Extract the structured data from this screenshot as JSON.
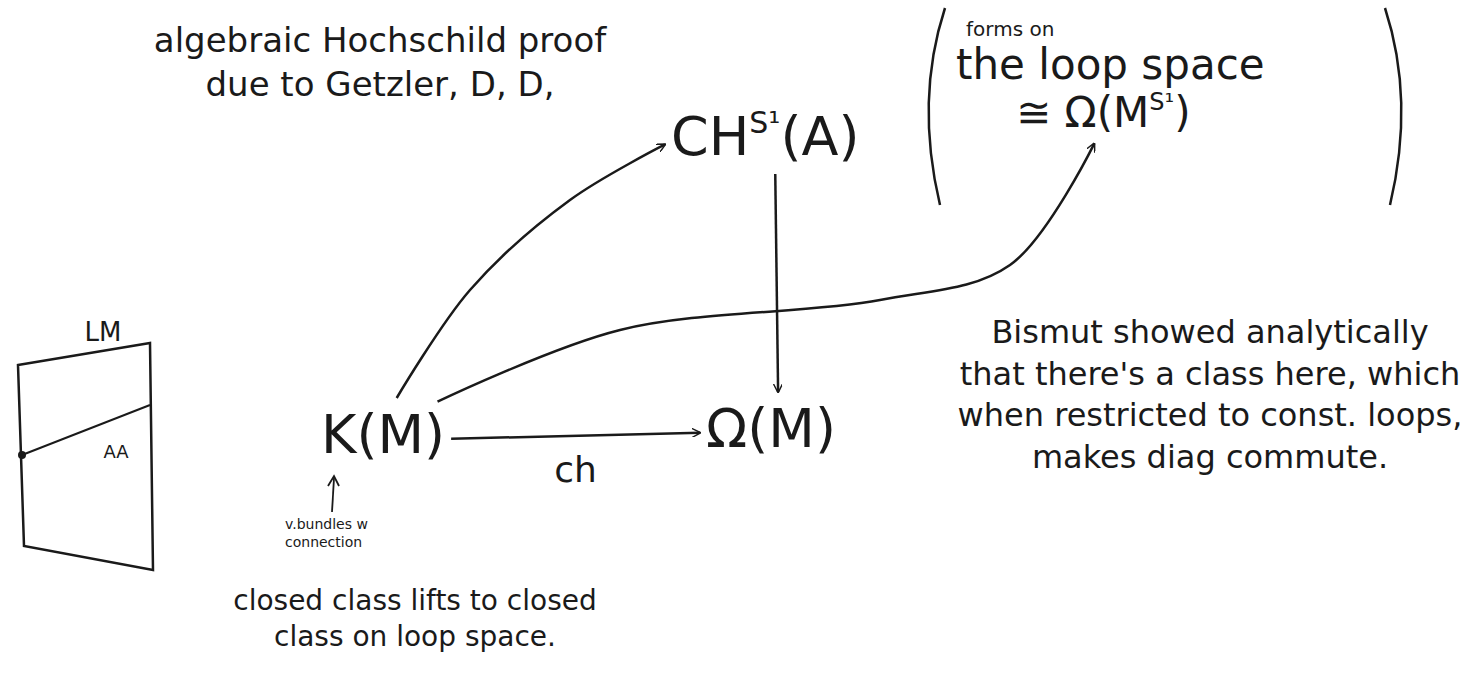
{
  "diagram": {
    "nodes": [
      {
        "text": [
          "CH",
          "S¹",
          "(A)"
        ]
      },
      {
        "text": [
          "forms on",
          "the loop space",
          "≅ Ω(M",
          "S¹",
          ")"
        ]
      },
      {
        "text": [
          "K(M)"
        ]
      },
      {
        "text": [
          "Ω(M)"
        ]
      }
    ],
    "edges": [
      {
        "from": 2,
        "to": 0,
        "arrow": "to"
      },
      {
        "from": 2,
        "to": 1,
        "arrow": "to"
      },
      {
        "from": 2,
        "to": 3,
        "label": "ch",
        "arrow": "to"
      },
      {
        "from": 0,
        "to": 3,
        "arrow": "to"
      }
    ],
    "labels": [
      "algebraic Hochschild proof due to Getzler, D, D,",
      "LM",
      "AA",
      "v.bundles w connection",
      "closed class lifts to closed class on loop space.",
      "Bismut showed analytically that there's a class here, which when restricted to const. loops, makes diag commute."
    ]
  }
}
